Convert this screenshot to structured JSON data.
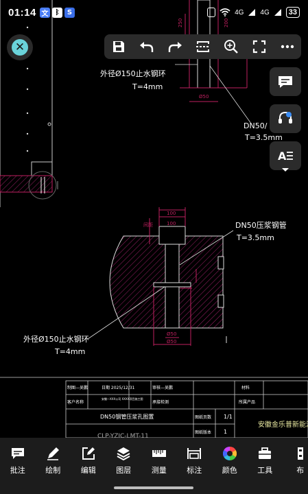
{
  "status_bar": {
    "time": "01:14",
    "left_icons": [
      "文",
      "ᛒ",
      "S"
    ],
    "signal_1": "4G",
    "signal_2": "4G",
    "battery": "33"
  },
  "drawing": {
    "label_ring_top": "外径Ø150止水钢环",
    "label_t4_top": "T=4mm",
    "label_dn50_top": "DN50/",
    "label_t35_top": "T=3.5mm",
    "label_dn50_mid": "DN50压浆钢管",
    "label_t35_mid": "T=3.5mm",
    "label_ring_bot": "外径Ø150止水钢环",
    "label_t4_bot": "T=4mm",
    "dim_100a": "100",
    "dim_100b": "100",
    "dim_50a": "Ø50",
    "dim_50b": "Ø50",
    "dim_50c": "Ø50",
    "dim_side": "间距",
    "title_block": {
      "r1c1": "制图—吴鹏",
      "r1c2": "日期 2025/12/31",
      "r1c3": "审核—吴鹏",
      "r1c4": "材料",
      "r2c1": "客户名称",
      "r2c2": "安徽—XXX公司 XXXX项目施工图",
      "r2c3": "承接检测",
      "r2c4": "所属产品",
      "r3c1": "DN50钢管压浆孔图置",
      "r3c2": "图纸页数",
      "r3c3": "1/1",
      "r4c1": "CLP-YZJC-LMT-11",
      "r4c2": "图纸版本",
      "r4c3": "1",
      "company": "安徽金乐普新能源"
    }
  },
  "bottom_bar": {
    "items": [
      {
        "label": "批注",
        "icon": "comment-icon"
      },
      {
        "label": "绘制",
        "icon": "pencil-icon"
      },
      {
        "label": "编辑",
        "icon": "edit-icon"
      },
      {
        "label": "图层",
        "icon": "layers-icon"
      },
      {
        "label": "测量",
        "icon": "ruler-icon"
      },
      {
        "label": "标注",
        "icon": "dimension-icon"
      },
      {
        "label": "颜色",
        "icon": "color-wheel-icon"
      },
      {
        "label": "工具",
        "icon": "toolbox-icon"
      },
      {
        "label": "布",
        "icon": "layout-icon"
      }
    ]
  },
  "colors": {
    "accent_close": "#6ad3da",
    "panel_bg": "#2b2b2b",
    "cad_red": "#e0224a",
    "cad_magenta": "#c02060",
    "bottom_bg": "#1c1c1c"
  }
}
